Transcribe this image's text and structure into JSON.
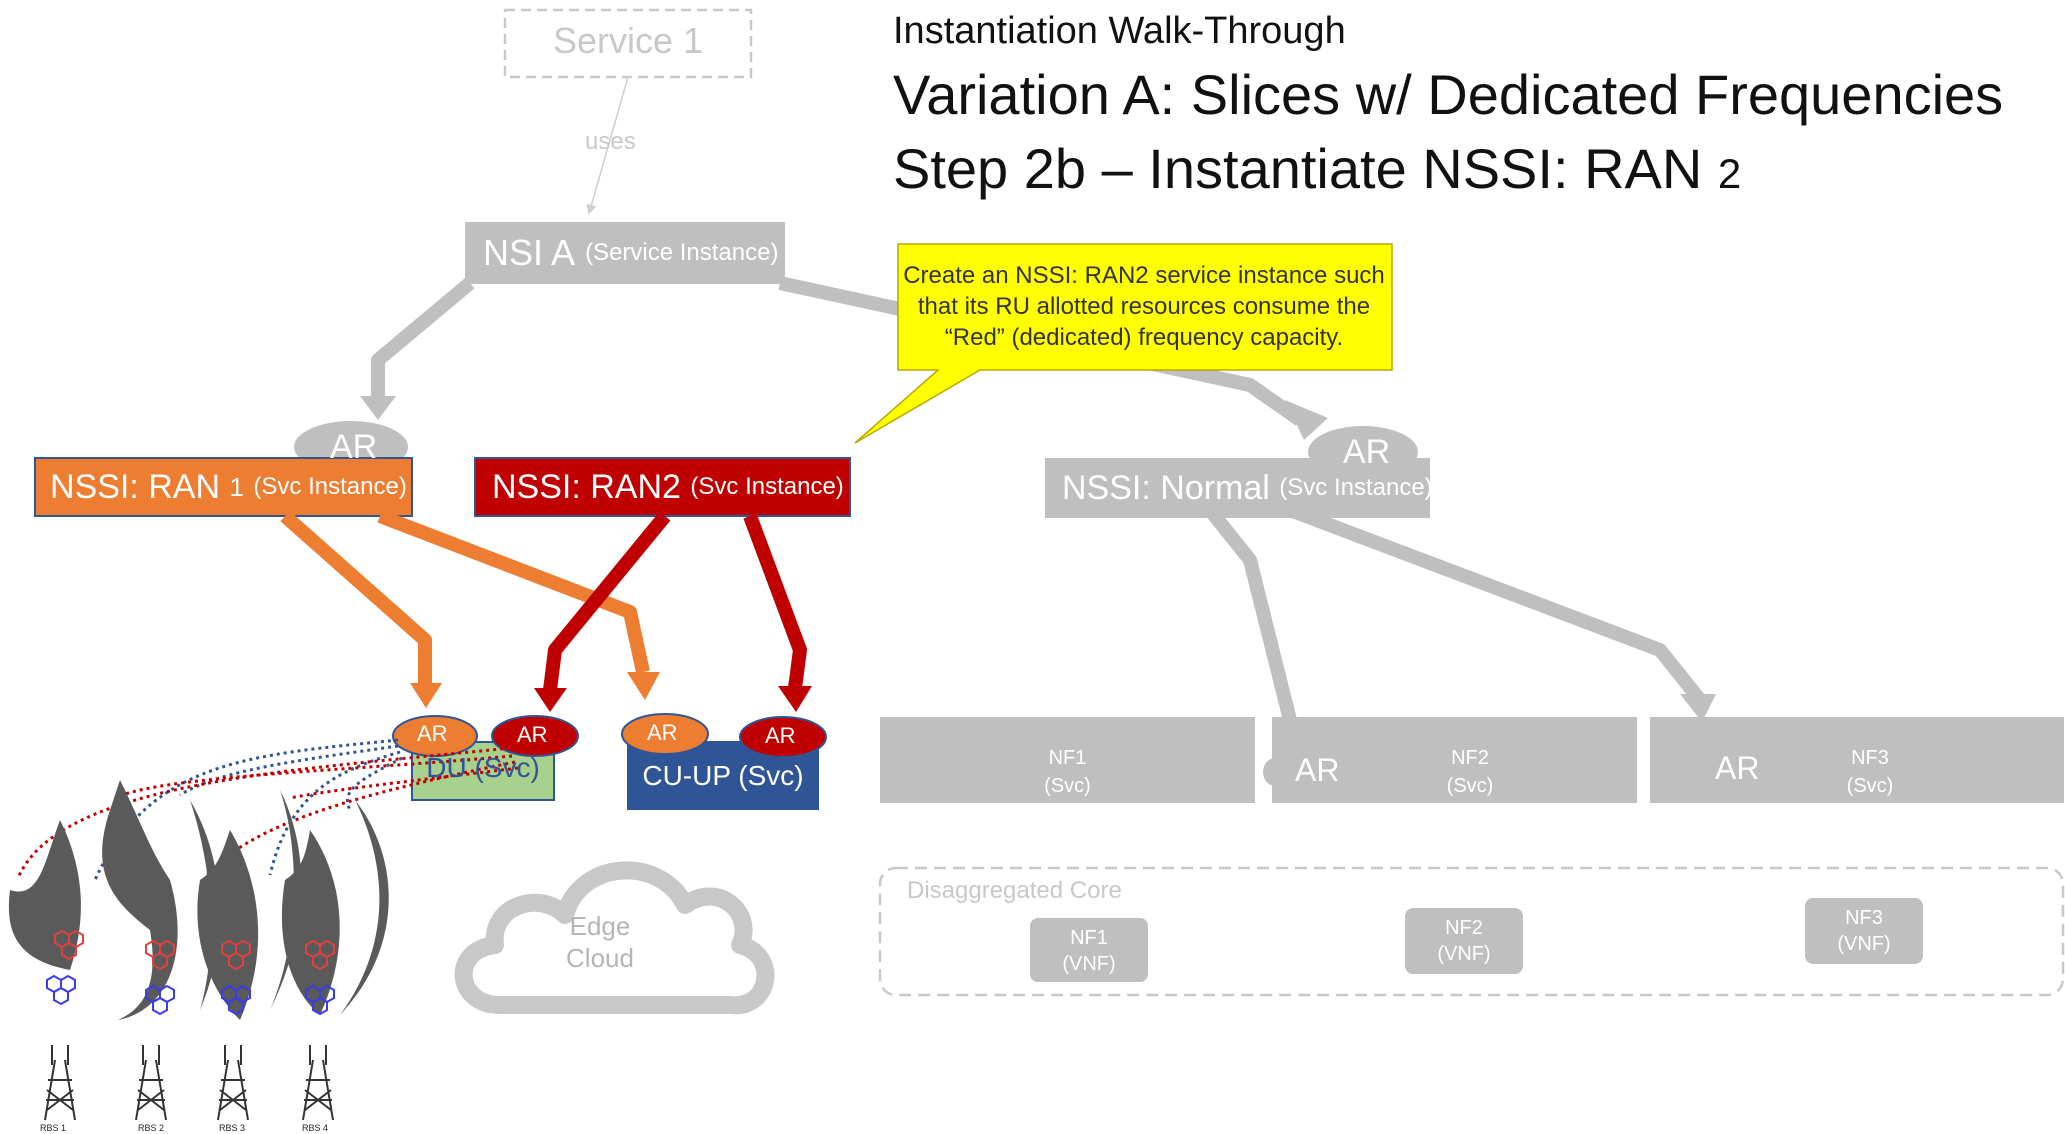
{
  "title": {
    "line1": "Instantiation Walk-Through",
    "line2": "Variation A: Slices w/ Dedicated Frequencies",
    "line3_main": "Step 2b – Instantiate NSSI: RAN",
    "line3_sub": "2"
  },
  "service": {
    "label": "Service 1",
    "uses": "uses"
  },
  "nsi": {
    "main": "NSI A",
    "sub": "(Service Instance)"
  },
  "callout": "Create an NSSI: RAN2 service instance such that its RU allotted resources consume the “Red” (dedicated) frequency capacity.",
  "nssi_ran1": {
    "main": "NSSI: RAN",
    "num": "1",
    "sub": "(Svc Instance)",
    "ar": "AR"
  },
  "nssi_ran2": {
    "main": "NSSI: RAN2",
    "sub": "(Svc Instance)"
  },
  "nssi_normal": {
    "main": "NSSI: Normal",
    "sub": "(Svc Instance)",
    "ar": "AR"
  },
  "du": {
    "label": "DU (Svc)",
    "ar_orange": "AR",
    "ar_red": "AR"
  },
  "cuup": {
    "label": "CU-UP (Svc)",
    "ar_orange": "AR",
    "ar_red": "AR"
  },
  "nf_svc": [
    {
      "line1": "NF1",
      "line2": "(Svc)",
      "ar": ""
    },
    {
      "line1": "NF2",
      "line2": "(Svc)",
      "ar": "AR"
    },
    {
      "line1": "NF3",
      "line2": "(Svc)",
      "ar": "AR"
    }
  ],
  "edge_cloud": {
    "line1": "Edge",
    "line2": "Cloud"
  },
  "core": {
    "label": "Disaggregated Core",
    "vnfs": [
      {
        "line1": "NF1",
        "line2": "(VNF)"
      },
      {
        "line1": "NF2",
        "line2": "(VNF)"
      },
      {
        "line1": "NF3",
        "line2": "(VNF)"
      }
    ]
  },
  "rbs": [
    "RBS 1",
    "RBS 2",
    "RBS 3",
    "RBS 4"
  ],
  "colors": {
    "orange": "#ED7D31",
    "red": "#C00000",
    "blue": "#2F5597",
    "green": "#A9D18E",
    "gray": "#BFBFBF",
    "yellow": "#FFFF00"
  }
}
